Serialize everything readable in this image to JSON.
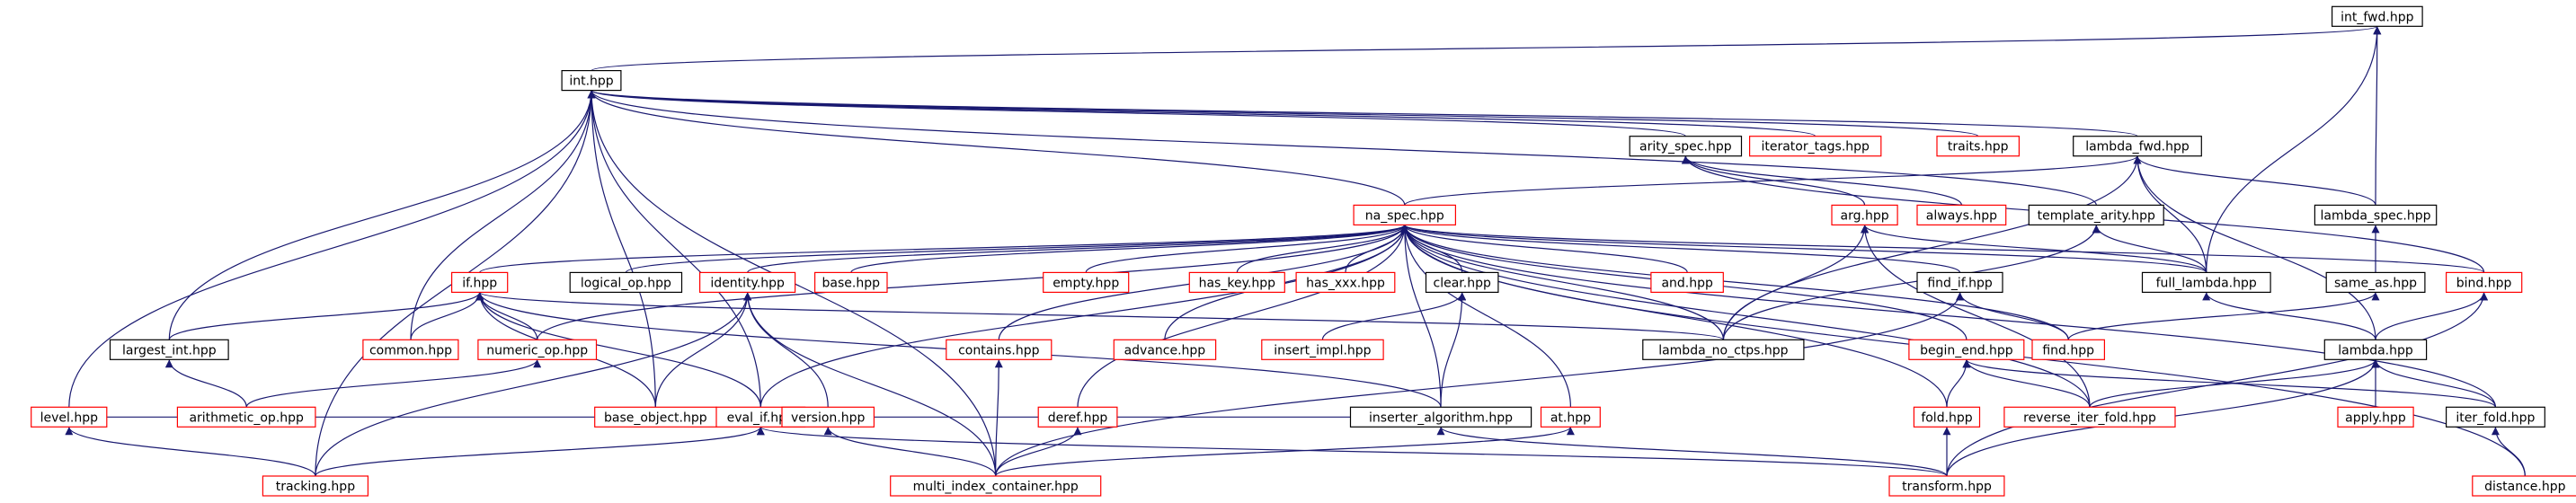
{
  "colors": {
    "edge": "#191970",
    "border_documented": "#000000",
    "border_undocumented": "#ff0000",
    "root_fill": "#bfbfbf",
    "node_fill": "#ffffff"
  },
  "nodes": [
    {
      "id": "int_fwd",
      "label": "int_fwd.hpp",
      "style": "root"
    },
    {
      "id": "int",
      "label": "int.hpp",
      "style": "black"
    },
    {
      "id": "arity_spec",
      "label": "arity_spec.hpp",
      "style": "black"
    },
    {
      "id": "iterator_tags",
      "label": "iterator_tags.hpp",
      "style": "red"
    },
    {
      "id": "traits",
      "label": "traits.hpp",
      "style": "red"
    },
    {
      "id": "lambda_fwd",
      "label": "lambda_fwd.hpp",
      "style": "black"
    },
    {
      "id": "na_spec",
      "label": "na_spec.hpp",
      "style": "red"
    },
    {
      "id": "arg",
      "label": "arg.hpp",
      "style": "red"
    },
    {
      "id": "always",
      "label": "always.hpp",
      "style": "red"
    },
    {
      "id": "template_arity",
      "label": "template_arity.hpp",
      "style": "black"
    },
    {
      "id": "lambda_spec",
      "label": "lambda_spec.hpp",
      "style": "black"
    },
    {
      "id": "if",
      "label": "if.hpp",
      "style": "red"
    },
    {
      "id": "logical_op",
      "label": "logical_op.hpp",
      "style": "black"
    },
    {
      "id": "identity",
      "label": "identity.hpp",
      "style": "red"
    },
    {
      "id": "base",
      "label": "base.hpp",
      "style": "red"
    },
    {
      "id": "empty",
      "label": "empty.hpp",
      "style": "red"
    },
    {
      "id": "has_key",
      "label": "has_key.hpp",
      "style": "red"
    },
    {
      "id": "has_xxx",
      "label": "has_xxx.hpp",
      "style": "red"
    },
    {
      "id": "clear",
      "label": "clear.hpp",
      "style": "black"
    },
    {
      "id": "and",
      "label": "and.hpp",
      "style": "red"
    },
    {
      "id": "find_if",
      "label": "find_if.hpp",
      "style": "black"
    },
    {
      "id": "full_lambda",
      "label": "full_lambda.hpp",
      "style": "black"
    },
    {
      "id": "same_as",
      "label": "same_as.hpp",
      "style": "black"
    },
    {
      "id": "bind",
      "label": "bind.hpp",
      "style": "red"
    },
    {
      "id": "largest_int",
      "label": "largest_int.hpp",
      "style": "black"
    },
    {
      "id": "common",
      "label": "common.hpp",
      "style": "red"
    },
    {
      "id": "numeric_op",
      "label": "numeric_op.hpp",
      "style": "red"
    },
    {
      "id": "contains",
      "label": "contains.hpp",
      "style": "red"
    },
    {
      "id": "advance",
      "label": "advance.hpp",
      "style": "red"
    },
    {
      "id": "insert_impl",
      "label": "insert_impl.hpp",
      "style": "red"
    },
    {
      "id": "lambda_no_ctps",
      "label": "lambda_no_ctps.hpp",
      "style": "black"
    },
    {
      "id": "begin_end",
      "label": "begin_end.hpp",
      "style": "red"
    },
    {
      "id": "find",
      "label": "find.hpp",
      "style": "red"
    },
    {
      "id": "lambda",
      "label": "lambda.hpp",
      "style": "black"
    },
    {
      "id": "eval_if",
      "label": "eval_if.hpp",
      "style": "red"
    },
    {
      "id": "level",
      "label": "level.hpp",
      "style": "red"
    },
    {
      "id": "arithmetic_op",
      "label": "arithmetic_op.hpp",
      "style": "red"
    },
    {
      "id": "base_object",
      "label": "base_object.hpp",
      "style": "red"
    },
    {
      "id": "version",
      "label": "version.hpp",
      "style": "red"
    },
    {
      "id": "deref",
      "label": "deref.hpp",
      "style": "red"
    },
    {
      "id": "inserter_algorithm",
      "label": "inserter_algorithm.hpp",
      "style": "black"
    },
    {
      "id": "at",
      "label": "at.hpp",
      "style": "red"
    },
    {
      "id": "fold",
      "label": "fold.hpp",
      "style": "red"
    },
    {
      "id": "reverse_iter_fold",
      "label": "reverse_iter_fold.hpp",
      "style": "red"
    },
    {
      "id": "apply",
      "label": "apply.hpp",
      "style": "red"
    },
    {
      "id": "iter_fold",
      "label": "iter_fold.hpp",
      "style": "black"
    },
    {
      "id": "tracking",
      "label": "tracking.hpp",
      "style": "red"
    },
    {
      "id": "multi_index_container",
      "label": "multi_index_container.hpp",
      "style": "red"
    },
    {
      "id": "transform",
      "label": "transform.hpp",
      "style": "red"
    },
    {
      "id": "distance",
      "label": "distance.hpp",
      "style": "red"
    }
  ],
  "edges": [
    [
      "int",
      "int_fwd"
    ],
    [
      "lambda_spec",
      "int_fwd"
    ],
    [
      "full_lambda",
      "int_fwd"
    ],
    [
      "arity_spec",
      "int"
    ],
    [
      "iterator_tags",
      "int"
    ],
    [
      "traits",
      "int"
    ],
    [
      "lambda_fwd",
      "int"
    ],
    [
      "na_spec",
      "int"
    ],
    [
      "template_arity",
      "int"
    ],
    [
      "largest_int",
      "int"
    ],
    [
      "level",
      "int"
    ],
    [
      "tracking",
      "int"
    ],
    [
      "multi_index_container",
      "int"
    ],
    [
      "base_object",
      "int"
    ],
    [
      "common",
      "int"
    ],
    [
      "eval_if",
      "int"
    ],
    [
      "na_spec",
      "lambda_fwd"
    ],
    [
      "lambda_spec",
      "lambda_fwd"
    ],
    [
      "full_lambda",
      "lambda_fwd"
    ],
    [
      "lambda_no_ctps",
      "lambda_fwd"
    ],
    [
      "lambda",
      "lambda_fwd"
    ],
    [
      "arg",
      "arity_spec"
    ],
    [
      "always",
      "arity_spec"
    ],
    [
      "bind",
      "arity_spec"
    ],
    [
      "full_lambda",
      "template_arity"
    ],
    [
      "lambda_no_ctps",
      "template_arity"
    ],
    [
      "full_lambda",
      "arg"
    ],
    [
      "lambda_no_ctps",
      "arg"
    ],
    [
      "reverse_iter_fold",
      "arg"
    ],
    [
      "same_as",
      "lambda_spec"
    ],
    [
      "if",
      "na_spec"
    ],
    [
      "logical_op",
      "na_spec"
    ],
    [
      "identity",
      "na_spec"
    ],
    [
      "base",
      "na_spec"
    ],
    [
      "empty",
      "na_spec"
    ],
    [
      "has_key",
      "na_spec"
    ],
    [
      "has_xxx",
      "na_spec"
    ],
    [
      "clear",
      "na_spec"
    ],
    [
      "and",
      "na_spec"
    ],
    [
      "find_if",
      "na_spec"
    ],
    [
      "full_lambda",
      "na_spec"
    ],
    [
      "bind",
      "na_spec"
    ],
    [
      "numeric_op",
      "na_spec"
    ],
    [
      "contains",
      "na_spec"
    ],
    [
      "advance",
      "na_spec"
    ],
    [
      "lambda_no_ctps",
      "na_spec"
    ],
    [
      "begin_end",
      "na_spec"
    ],
    [
      "find",
      "na_spec"
    ],
    [
      "eval_if",
      "na_spec"
    ],
    [
      "deref",
      "na_spec"
    ],
    [
      "inserter_algorithm",
      "na_spec"
    ],
    [
      "at",
      "na_spec"
    ],
    [
      "fold",
      "na_spec"
    ],
    [
      "reverse_iter_fold",
      "na_spec"
    ],
    [
      "iter_fold",
      "na_spec"
    ],
    [
      "distance",
      "na_spec"
    ],
    [
      "largest_int",
      "if"
    ],
    [
      "common",
      "if"
    ],
    [
      "numeric_op",
      "if"
    ],
    [
      "eval_if",
      "if"
    ],
    [
      "lambda_no_ctps",
      "if"
    ],
    [
      "base_object",
      "if"
    ],
    [
      "inserter_algorithm",
      "if"
    ],
    [
      "tracking",
      "identity"
    ],
    [
      "version",
      "identity"
    ],
    [
      "multi_index_container",
      "identity"
    ],
    [
      "base_object",
      "identity"
    ],
    [
      "insert_impl",
      "clear"
    ],
    [
      "inserter_algorithm",
      "clear"
    ],
    [
      "find",
      "find_if"
    ],
    [
      "multi_index_container",
      "find_if"
    ],
    [
      "find",
      "same_as"
    ],
    [
      "lambda",
      "full_lambda"
    ],
    [
      "lambda",
      "bind"
    ],
    [
      "transform",
      "bind"
    ],
    [
      "arithmetic_op",
      "largest_int"
    ],
    [
      "arithmetic_op",
      "numeric_op"
    ],
    [
      "multi_index_container",
      "contains"
    ],
    [
      "level",
      "eval_if"
    ],
    [
      "base_object",
      "eval_if"
    ],
    [
      "version",
      "eval_if"
    ],
    [
      "tracking",
      "eval_if"
    ],
    [
      "inserter_algorithm",
      "eval_if"
    ],
    [
      "transform",
      "eval_if"
    ],
    [
      "fold",
      "begin_end"
    ],
    [
      "reverse_iter_fold",
      "begin_end"
    ],
    [
      "iter_fold",
      "begin_end"
    ],
    [
      "reverse_iter_fold",
      "lambda"
    ],
    [
      "apply",
      "lambda"
    ],
    [
      "iter_fold",
      "lambda"
    ],
    [
      "transform",
      "lambda"
    ],
    [
      "tracking",
      "level"
    ],
    [
      "multi_index_container",
      "version"
    ],
    [
      "multi_index_container",
      "deref"
    ],
    [
      "multi_index_container",
      "at"
    ],
    [
      "transform",
      "inserter_algorithm"
    ],
    [
      "transform",
      "fold"
    ],
    [
      "distance",
      "iter_fold"
    ]
  ]
}
